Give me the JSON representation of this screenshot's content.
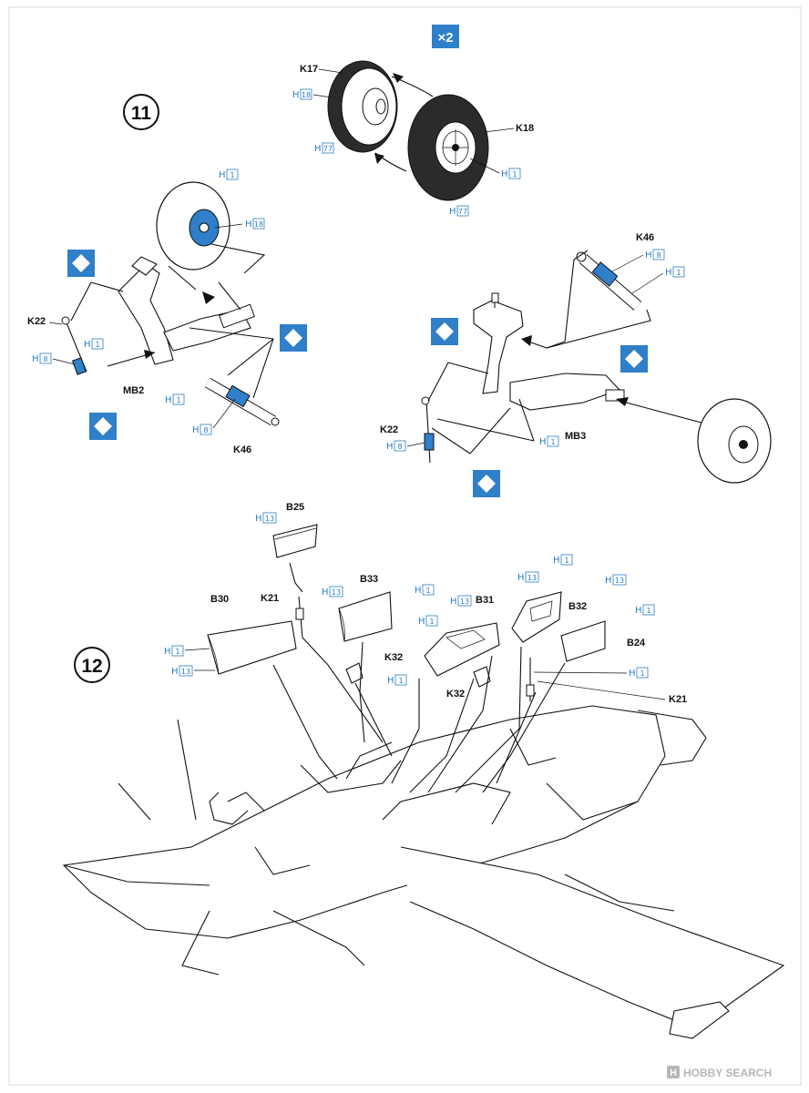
{
  "steps": {
    "s11": "11",
    "s12": "12"
  },
  "multiplier": "×2",
  "labels": {
    "k17": "K17",
    "k18": "K18",
    "k22a": "K22",
    "k22b": "K22",
    "k46a": "K46",
    "k46b": "K46",
    "mb2": "MB2",
    "mb3": "MB3",
    "b25": "B25",
    "b30": "B30",
    "b33": "B33",
    "b31": "B31",
    "b32": "B32",
    "b24": "B24",
    "k21a": "K21",
    "k21b": "K21",
    "k32a": "K32",
    "k32b": "K32"
  },
  "color_codes": {
    "prefix": "H",
    "c1": "1",
    "c8": "8",
    "c13": "13",
    "c18": "18",
    "c77": "77"
  },
  "colors": {
    "accent_blue": "#2f7fc9",
    "line": "#111111",
    "watermark": "#b7b7b7"
  },
  "watermark": {
    "brand": "HOBBY SEARCH"
  },
  "icons": {
    "glue": "glue-diamond-icon",
    "logo": "hobby-search-logo-icon"
  }
}
